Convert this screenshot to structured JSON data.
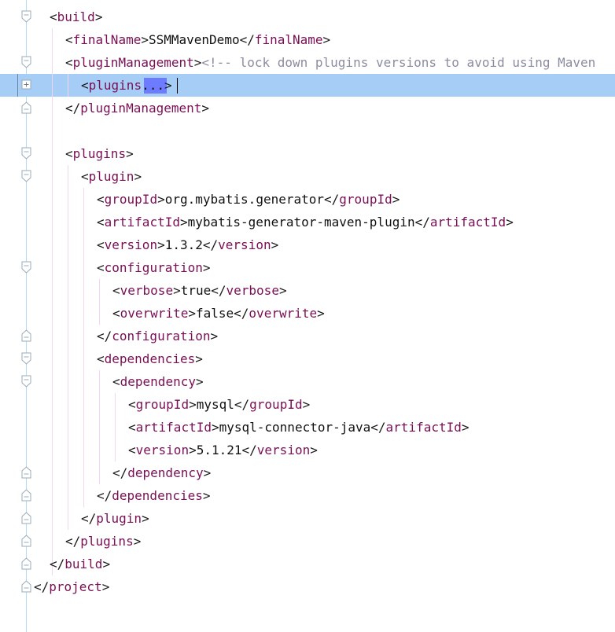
{
  "editor": {
    "lines": [
      {
        "indent": 0,
        "segments": [
          {
            "k": "b",
            "t": "<"
          },
          {
            "k": "t",
            "t": "build"
          },
          {
            "k": "b",
            "t": ">"
          }
        ]
      },
      {
        "indent": 1,
        "segments": [
          {
            "k": "b",
            "t": "<"
          },
          {
            "k": "t",
            "t": "finalName"
          },
          {
            "k": "b",
            "t": ">"
          },
          {
            "k": "v",
            "t": "SSMMavenDemo"
          },
          {
            "k": "b",
            "t": "</"
          },
          {
            "k": "t",
            "t": "finalName"
          },
          {
            "k": "b",
            "t": ">"
          }
        ]
      },
      {
        "indent": 1,
        "segments": [
          {
            "k": "b",
            "t": "<"
          },
          {
            "k": "t",
            "t": "pluginManagement"
          },
          {
            "k": "b",
            "t": ">"
          },
          {
            "k": "c",
            "t": "<!-- lock down plugins versions to avoid using Maven"
          }
        ]
      },
      {
        "indent": 2,
        "highlight": true,
        "segments": [
          {
            "k": "b",
            "t": "<"
          },
          {
            "k": "t",
            "t": "plugins"
          },
          {
            "k": "fx",
            "t": "..."
          },
          {
            "k": "b",
            "t": ">"
          }
        ]
      },
      {
        "indent": 1,
        "segments": [
          {
            "k": "b",
            "t": "</"
          },
          {
            "k": "t",
            "t": "pluginManagement"
          },
          {
            "k": "b",
            "t": ">"
          }
        ]
      },
      {
        "indent": 0,
        "segments": []
      },
      {
        "indent": 1,
        "segments": [
          {
            "k": "b",
            "t": "<"
          },
          {
            "k": "t",
            "t": "plugins"
          },
          {
            "k": "b",
            "t": ">"
          }
        ]
      },
      {
        "indent": 2,
        "segments": [
          {
            "k": "b",
            "t": "<"
          },
          {
            "k": "t",
            "t": "plugin"
          },
          {
            "k": "b",
            "t": ">"
          }
        ]
      },
      {
        "indent": 3,
        "segments": [
          {
            "k": "b",
            "t": "<"
          },
          {
            "k": "t",
            "t": "groupId"
          },
          {
            "k": "b",
            "t": ">"
          },
          {
            "k": "v",
            "t": "org.mybatis.generator"
          },
          {
            "k": "b",
            "t": "</"
          },
          {
            "k": "t",
            "t": "groupId"
          },
          {
            "k": "b",
            "t": ">"
          }
        ]
      },
      {
        "indent": 3,
        "segments": [
          {
            "k": "b",
            "t": "<"
          },
          {
            "k": "t",
            "t": "artifactId"
          },
          {
            "k": "b",
            "t": ">"
          },
          {
            "k": "v",
            "t": "mybatis-generator-maven-plugin"
          },
          {
            "k": "b",
            "t": "</"
          },
          {
            "k": "t",
            "t": "artifactId"
          },
          {
            "k": "b",
            "t": ">"
          }
        ]
      },
      {
        "indent": 3,
        "segments": [
          {
            "k": "b",
            "t": "<"
          },
          {
            "k": "t",
            "t": "version"
          },
          {
            "k": "b",
            "t": ">"
          },
          {
            "k": "v",
            "t": "1.3.2"
          },
          {
            "k": "b",
            "t": "</"
          },
          {
            "k": "t",
            "t": "version"
          },
          {
            "k": "b",
            "t": ">"
          }
        ]
      },
      {
        "indent": 3,
        "segments": [
          {
            "k": "b",
            "t": "<"
          },
          {
            "k": "t",
            "t": "configuration"
          },
          {
            "k": "b",
            "t": ">"
          }
        ]
      },
      {
        "indent": 4,
        "segments": [
          {
            "k": "b",
            "t": "<"
          },
          {
            "k": "t",
            "t": "verbose"
          },
          {
            "k": "b",
            "t": ">"
          },
          {
            "k": "v",
            "t": "true"
          },
          {
            "k": "b",
            "t": "</"
          },
          {
            "k": "t",
            "t": "verbose"
          },
          {
            "k": "b",
            "t": ">"
          }
        ]
      },
      {
        "indent": 4,
        "segments": [
          {
            "k": "b",
            "t": "<"
          },
          {
            "k": "t",
            "t": "overwrite"
          },
          {
            "k": "b",
            "t": ">"
          },
          {
            "k": "v",
            "t": "false"
          },
          {
            "k": "b",
            "t": "</"
          },
          {
            "k": "t",
            "t": "overwrite"
          },
          {
            "k": "b",
            "t": ">"
          }
        ]
      },
      {
        "indent": 3,
        "segments": [
          {
            "k": "b",
            "t": "</"
          },
          {
            "k": "t",
            "t": "configuration"
          },
          {
            "k": "b",
            "t": ">"
          }
        ]
      },
      {
        "indent": 3,
        "segments": [
          {
            "k": "b",
            "t": "<"
          },
          {
            "k": "t",
            "t": "dependencies"
          },
          {
            "k": "b",
            "t": ">"
          }
        ]
      },
      {
        "indent": 4,
        "segments": [
          {
            "k": "b",
            "t": "<"
          },
          {
            "k": "t",
            "t": "dependency"
          },
          {
            "k": "b",
            "t": ">"
          }
        ]
      },
      {
        "indent": 5,
        "segments": [
          {
            "k": "b",
            "t": "<"
          },
          {
            "k": "t",
            "t": "groupId"
          },
          {
            "k": "b",
            "t": ">"
          },
          {
            "k": "v",
            "t": "mysql"
          },
          {
            "k": "b",
            "t": "</"
          },
          {
            "k": "t",
            "t": "groupId"
          },
          {
            "k": "b",
            "t": ">"
          }
        ]
      },
      {
        "indent": 5,
        "segments": [
          {
            "k": "b",
            "t": "<"
          },
          {
            "k": "t",
            "t": "artifactId"
          },
          {
            "k": "b",
            "t": ">"
          },
          {
            "k": "v",
            "t": "mysql-connector-java"
          },
          {
            "k": "b",
            "t": "</"
          },
          {
            "k": "t",
            "t": "artifactId"
          },
          {
            "k": "b",
            "t": ">"
          }
        ]
      },
      {
        "indent": 5,
        "segments": [
          {
            "k": "b",
            "t": "<"
          },
          {
            "k": "t",
            "t": "version"
          },
          {
            "k": "b",
            "t": ">"
          },
          {
            "k": "v",
            "t": "5.1.21"
          },
          {
            "k": "b",
            "t": "</"
          },
          {
            "k": "t",
            "t": "version"
          },
          {
            "k": "b",
            "t": ">"
          }
        ]
      },
      {
        "indent": 4,
        "segments": [
          {
            "k": "b",
            "t": "</"
          },
          {
            "k": "t",
            "t": "dependency"
          },
          {
            "k": "b",
            "t": ">"
          }
        ]
      },
      {
        "indent": 3,
        "segments": [
          {
            "k": "b",
            "t": "</"
          },
          {
            "k": "t",
            "t": "dependencies"
          },
          {
            "k": "b",
            "t": ">"
          }
        ]
      },
      {
        "indent": 2,
        "segments": [
          {
            "k": "b",
            "t": "</"
          },
          {
            "k": "t",
            "t": "plugin"
          },
          {
            "k": "b",
            "t": ">"
          }
        ]
      },
      {
        "indent": 1,
        "segments": [
          {
            "k": "b",
            "t": "</"
          },
          {
            "k": "t",
            "t": "plugins"
          },
          {
            "k": "b",
            "t": ">"
          }
        ]
      },
      {
        "indent": 0,
        "segments": [
          {
            "k": "b",
            "t": "</"
          },
          {
            "k": "t",
            "t": "build"
          },
          {
            "k": "b",
            "t": ">"
          }
        ]
      },
      {
        "indent": -1,
        "segments": [
          {
            "k": "b",
            "t": "</"
          },
          {
            "k": "t",
            "t": "project"
          },
          {
            "k": "b",
            "t": ">"
          }
        ]
      }
    ],
    "folds": [
      {
        "line": 0,
        "type": "open"
      },
      {
        "line": 2,
        "type": "open"
      },
      {
        "line": 3,
        "type": "collapsed"
      },
      {
        "line": 4,
        "type": "close"
      },
      {
        "line": 6,
        "type": "open"
      },
      {
        "line": 7,
        "type": "open"
      },
      {
        "line": 11,
        "type": "open"
      },
      {
        "line": 14,
        "type": "close"
      },
      {
        "line": 15,
        "type": "open"
      },
      {
        "line": 16,
        "type": "open"
      },
      {
        "line": 20,
        "type": "close"
      },
      {
        "line": 21,
        "type": "close"
      },
      {
        "line": 22,
        "type": "close"
      },
      {
        "line": 23,
        "type": "close"
      },
      {
        "line": 24,
        "type": "close"
      },
      {
        "line": 25,
        "type": "close"
      }
    ],
    "guides": [
      {
        "indent": 0,
        "from": 1,
        "to": 24
      },
      {
        "indent": 1,
        "from": 3,
        "to": 3
      },
      {
        "indent": 1,
        "from": 7,
        "to": 22
      },
      {
        "indent": 2,
        "from": 8,
        "to": 21
      },
      {
        "indent": 3,
        "from": 12,
        "to": 13
      },
      {
        "indent": 3,
        "from": 16,
        "to": 20
      },
      {
        "indent": 4,
        "from": 17,
        "to": 19
      }
    ],
    "colors": {
      "background": "#ffffff",
      "tag": "#7a0f55",
      "bracket": "#1a1a1a",
      "text": "#111111",
      "comment": "#8c8ca0",
      "selection": "#a6cdf5",
      "folded_highlight": "#6d7cff"
    },
    "icons": {
      "fold_open": "fold-open-icon",
      "fold_close": "fold-close-icon",
      "fold_collapsed": "fold-expand-icon"
    }
  }
}
